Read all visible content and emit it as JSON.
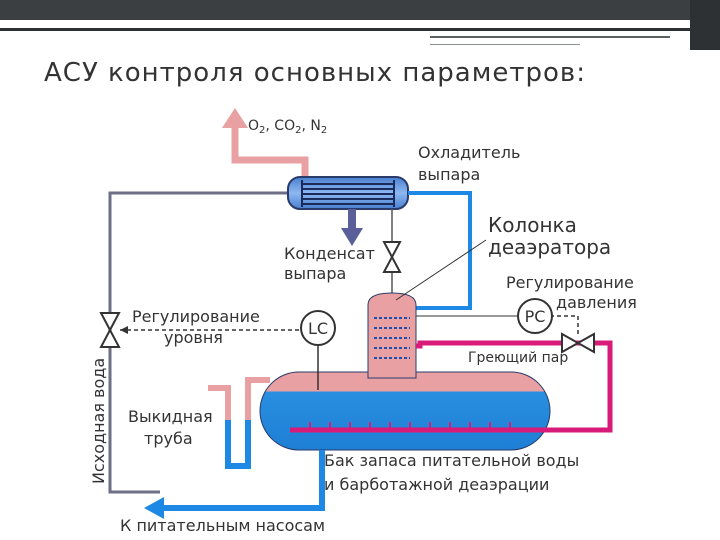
{
  "slide": {
    "title": "АСУ контроля основных параметров:"
  },
  "diagram": {
    "gas_label": {
      "o": "O",
      "o_sub": "2",
      "sep1": ", CO",
      "co_sub": "2",
      "sep2": ", N",
      "n_sub": "2"
    },
    "cooler_label": [
      "Охладитель",
      "выпара"
    ],
    "column_label": [
      "Колонка",
      "деаэратора"
    ],
    "condensate_label": [
      "Конденсат",
      "выпара"
    ],
    "pressure_label": [
      "Регулирование",
      "давления"
    ],
    "pc_label": "PC",
    "level_label": [
      "Регулирование",
      "уровня"
    ],
    "lc_label": "LC",
    "steam_label": "Греющий пар",
    "source_water_label": "Исходная вода",
    "overflow_label": [
      "Выкидная",
      "труба"
    ],
    "tank_label": [
      "Бак запаса питательной воды",
      "и барботажной деаэрации"
    ],
    "pumps_label": "К питательным насосам"
  },
  "colors": {
    "pink": "#e9a0a2",
    "blue": "#1e88e5",
    "dark_blue": "#5a5f9a",
    "magenta": "#d81b78",
    "gray_line": "#6e6e86"
  }
}
